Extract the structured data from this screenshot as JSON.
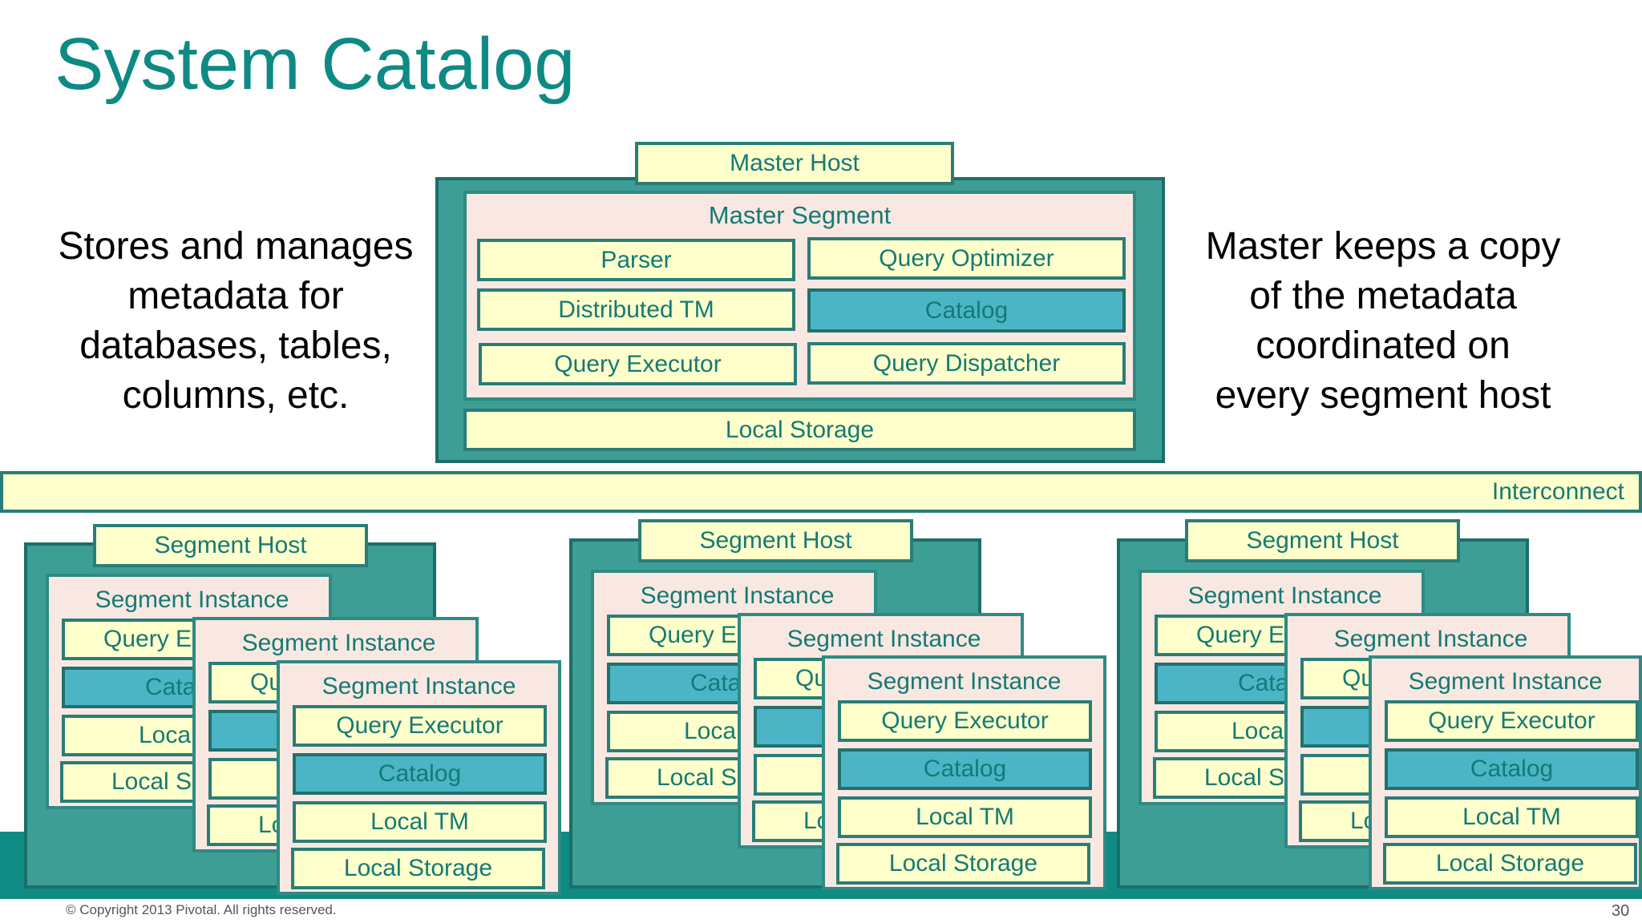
{
  "slide": {
    "title": "System Catalog",
    "left_note": [
      "Stores and manages",
      "metadata for",
      "databases, tables,",
      "columns, etc."
    ],
    "right_note": [
      "Master keeps a copy",
      "of the metadata",
      "coordinated on",
      "every segment host"
    ],
    "footer": "© Copyright 2013 Pivotal. All rights reserved.",
    "page_number": "30"
  },
  "colors": {
    "accent": "#0e8a84",
    "host_fill": "#3d9e96",
    "segment_fill": "#f9e8e1",
    "component_fill": "#ffffcc",
    "catalog_fill": "#4bb5c6"
  },
  "master": {
    "host_label": "Master Host",
    "segment_label": "Master Segment",
    "components": {
      "parser": "Parser",
      "optimizer": "Query Optimizer",
      "distributed_tm": "Distributed TM",
      "catalog": "Catalog",
      "executor": "Query Executor",
      "dispatcher": "Query Dispatcher"
    },
    "local_storage": "Local Storage"
  },
  "interconnect": "Interconnect",
  "segment": {
    "host_label": "Segment Host",
    "instance_label": "Segment Instance",
    "executor": "Query Executor",
    "catalog": "Catalog",
    "local_tm": "Local TM",
    "local_storage": "Local Storage",
    "partial": {
      "executor_e": "Query E",
      "executor_q": "Qu",
      "catalog": "Cata",
      "local_tm": "Loca",
      "local_storage": "Local S",
      "storage_short": "Lo"
    }
  }
}
